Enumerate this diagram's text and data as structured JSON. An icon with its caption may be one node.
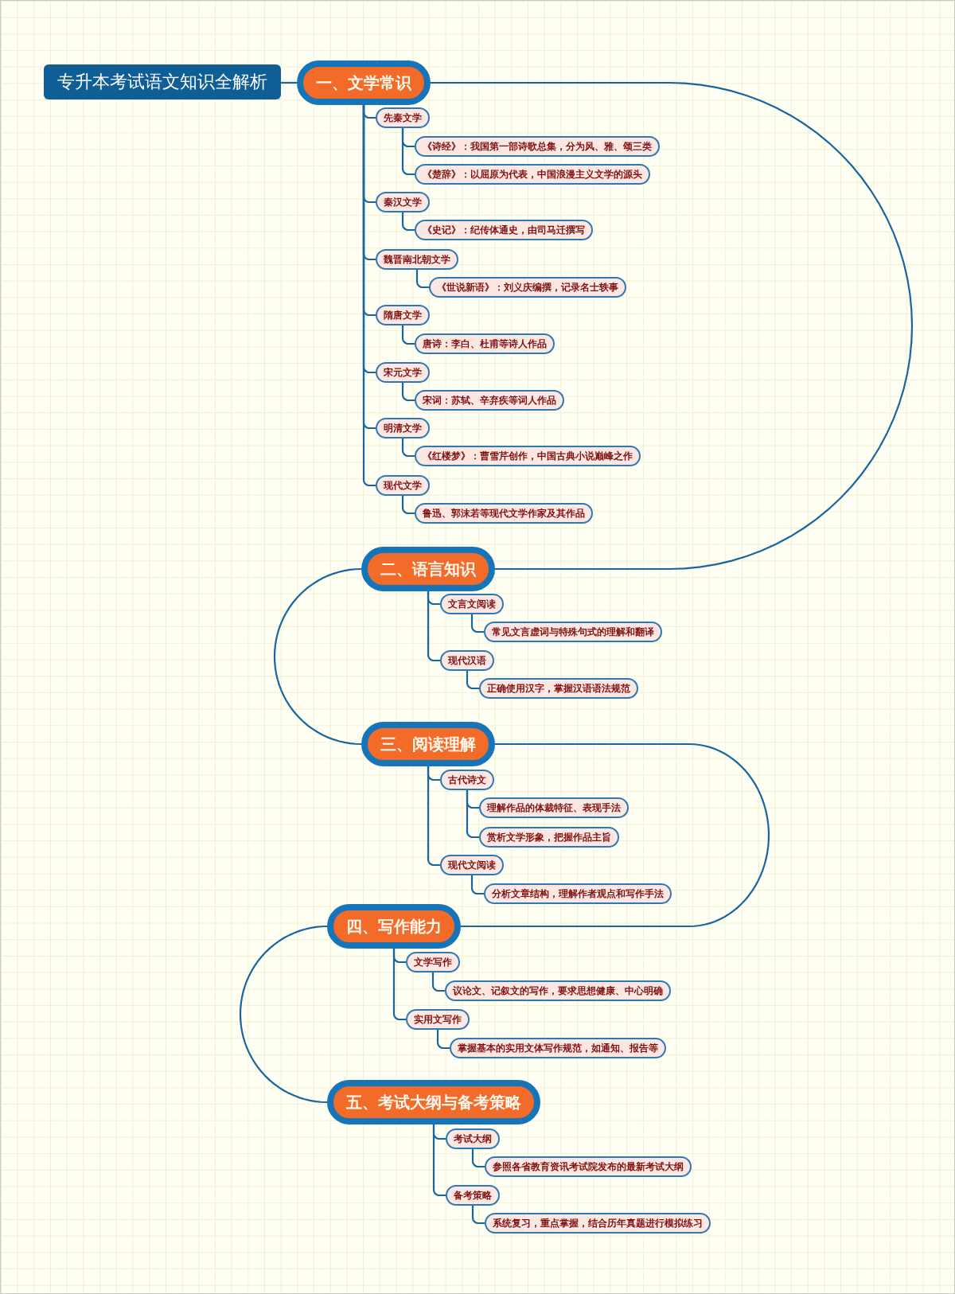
{
  "diagram": {
    "nodes": [
      {
        "text": [
          "专升本考试语文知识全解析"
        ]
      },
      {
        "text": [
          "一、文学常识"
        ]
      },
      {
        "text": [
          "先秦文学"
        ]
      },
      {
        "text": [
          "《诗经》：我国第一部诗歌总集，分为风、雅、颂三类"
        ]
      },
      {
        "text": [
          "《楚辞》：以屈原为代表，中国浪漫主义文学的源头"
        ]
      },
      {
        "text": [
          "秦汉文学"
        ]
      },
      {
        "text": [
          "《史记》：纪传体通史，由司马迁撰写"
        ]
      },
      {
        "text": [
          "魏晋南北朝文学"
        ]
      },
      {
        "text": [
          "《世说新语》：刘义庆编撰，记录名士轶事"
        ]
      },
      {
        "text": [
          "隋唐文学"
        ]
      },
      {
        "text": [
          "唐诗：李白、杜甫等诗人作品"
        ]
      },
      {
        "text": [
          "宋元文学"
        ]
      },
      {
        "text": [
          "宋词：苏轼、辛弃疾等词人作品"
        ]
      },
      {
        "text": [
          "明清文学"
        ]
      },
      {
        "text": [
          "《红楼梦》：曹雪芹创作，中国古典小说巅峰之作"
        ]
      },
      {
        "text": [
          "现代文学"
        ]
      },
      {
        "text": [
          "鲁迅、郭沫若等现代文学作家及其作品"
        ]
      },
      {
        "text": [
          "二、语言知识"
        ]
      },
      {
        "text": [
          "文言文阅读"
        ]
      },
      {
        "text": [
          "常见文言虚词与特殊句式的理解和翻译"
        ]
      },
      {
        "text": [
          "现代汉语"
        ]
      },
      {
        "text": [
          "正确使用汉字，掌握汉语语法规范"
        ]
      },
      {
        "text": [
          "三、阅读理解"
        ]
      },
      {
        "text": [
          "古代诗文"
        ]
      },
      {
        "text": [
          "理解作品的体裁特征、表现手法"
        ]
      },
      {
        "text": [
          "赏析文学形象，把握作品主旨"
        ]
      },
      {
        "text": [
          "现代文阅读"
        ]
      },
      {
        "text": [
          "分析文章结构，理解作者观点和写作手法"
        ]
      },
      {
        "text": [
          "四、写作能力"
        ]
      },
      {
        "text": [
          "文学写作"
        ]
      },
      {
        "text": [
          "议论文、记叙文的写作，要求思想健康、中心明确"
        ]
      },
      {
        "text": [
          "实用文写作"
        ]
      },
      {
        "text": [
          "掌握基本的实用文体写作规范，如通知、报告等"
        ]
      },
      {
        "text": [
          "五、考试大纲与备考策略"
        ]
      },
      {
        "text": [
          "考试大纲"
        ]
      },
      {
        "text": [
          "参照各省教育资讯考试院发布的最新考试大纲"
        ]
      },
      {
        "text": [
          "备考策略"
        ]
      },
      {
        "text": [
          "系统复习，重点掌握，结合历年真题进行模拟练习"
        ]
      }
    ],
    "edges": [
      {
        "from": 0,
        "to": 1,
        "arrow": "none"
      },
      {
        "from": 1,
        "to": 2,
        "arrow": "none"
      },
      {
        "from": 2,
        "to": 3,
        "arrow": "none"
      },
      {
        "from": 2,
        "to": 4,
        "arrow": "none"
      },
      {
        "from": 1,
        "to": 5,
        "arrow": "none"
      },
      {
        "from": 5,
        "to": 6,
        "arrow": "none"
      },
      {
        "from": 1,
        "to": 7,
        "arrow": "none"
      },
      {
        "from": 7,
        "to": 8,
        "arrow": "none"
      },
      {
        "from": 1,
        "to": 9,
        "arrow": "none"
      },
      {
        "from": 9,
        "to": 10,
        "arrow": "none"
      },
      {
        "from": 1,
        "to": 11,
        "arrow": "none"
      },
      {
        "from": 11,
        "to": 12,
        "arrow": "none"
      },
      {
        "from": 1,
        "to": 13,
        "arrow": "none"
      },
      {
        "from": 13,
        "to": 14,
        "arrow": "none"
      },
      {
        "from": 1,
        "to": 15,
        "arrow": "none"
      },
      {
        "from": 15,
        "to": 16,
        "arrow": "none"
      },
      {
        "from": 1,
        "to": 17,
        "arrow": "none"
      },
      {
        "from": 17,
        "to": 18,
        "arrow": "none"
      },
      {
        "from": 18,
        "to": 19,
        "arrow": "none"
      },
      {
        "from": 17,
        "to": 20,
        "arrow": "none"
      },
      {
        "from": 20,
        "to": 21,
        "arrow": "none"
      },
      {
        "from": 17,
        "to": 22,
        "arrow": "none"
      },
      {
        "from": 22,
        "to": 23,
        "arrow": "none"
      },
      {
        "from": 23,
        "to": 24,
        "arrow": "none"
      },
      {
        "from": 23,
        "to": 25,
        "arrow": "none"
      },
      {
        "from": 22,
        "to": 26,
        "arrow": "none"
      },
      {
        "from": 26,
        "to": 27,
        "arrow": "none"
      },
      {
        "from": 22,
        "to": 28,
        "arrow": "none"
      },
      {
        "from": 28,
        "to": 29,
        "arrow": "none"
      },
      {
        "from": 29,
        "to": 30,
        "arrow": "none"
      },
      {
        "from": 28,
        "to": 31,
        "arrow": "none"
      },
      {
        "from": 31,
        "to": 32,
        "arrow": "none"
      },
      {
        "from": 28,
        "to": 33,
        "arrow": "none"
      },
      {
        "from": 33,
        "to": 34,
        "arrow": "none"
      },
      {
        "from": 34,
        "to": 35,
        "arrow": "none"
      },
      {
        "from": 33,
        "to": 36,
        "arrow": "none"
      },
      {
        "from": 36,
        "to": 37,
        "arrow": "none"
      }
    ]
  }
}
